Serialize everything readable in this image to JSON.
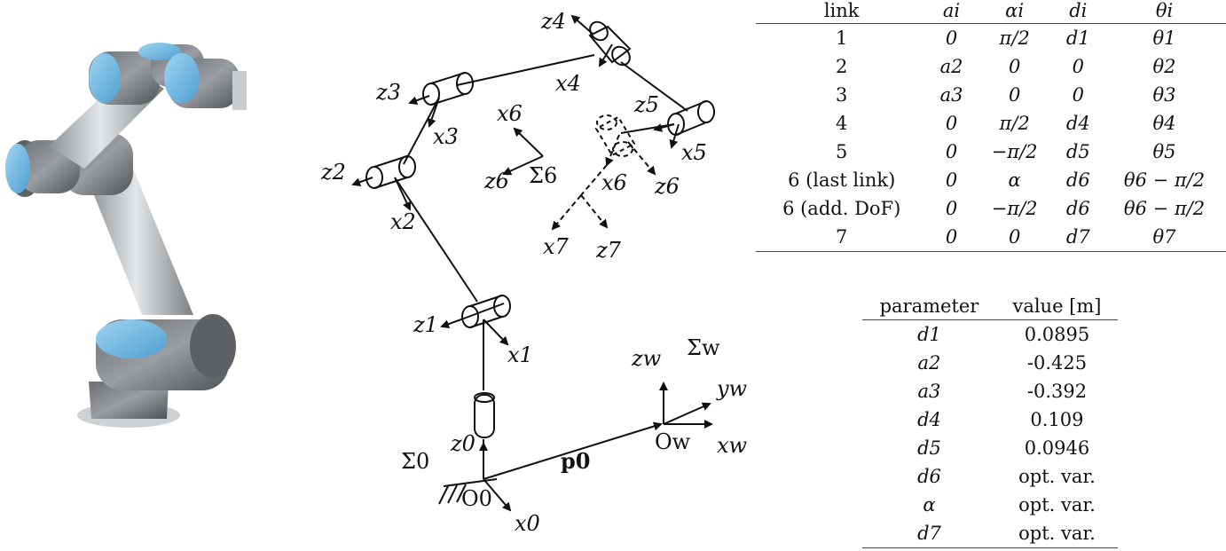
{
  "colors": {
    "robot_blue": "#6fb7e4",
    "robot_gray": "#8a8c8f",
    "robot_light": "#c9cdd0",
    "line": "#111111"
  },
  "diagram": {
    "frames": {
      "z0": "z0",
      "x0": "x0",
      "O0": "O0",
      "Sigma0": "Σ0",
      "z1": "z1",
      "x1": "x1",
      "z2": "z2",
      "x2": "x2",
      "z3": "z3",
      "x3": "x3",
      "z4": "z4",
      "x4": "x4",
      "z5": "z5",
      "x5": "x5",
      "z6a": "z6",
      "x6a": "x6",
      "Sigma6": "Σ6",
      "x6b": "x6",
      "z6b": "z6",
      "x7": "x7",
      "z7": "z7",
      "zw": "zw",
      "yw": "yw",
      "xw": "xw",
      "Ow": "Ow",
      "Sigmaw": "Σw",
      "p0": "p0"
    }
  },
  "dh_table": {
    "headers": [
      "link",
      "ai",
      "αi",
      "di",
      "θi"
    ],
    "rows": [
      [
        "1",
        "0",
        "π/2",
        "d1",
        "θ1"
      ],
      [
        "2",
        "a2",
        "0",
        "0",
        "θ2"
      ],
      [
        "3",
        "a3",
        "0",
        "0",
        "θ3"
      ],
      [
        "4",
        "0",
        "π/2",
        "d4",
        "θ4"
      ],
      [
        "5",
        "0",
        "−π/2",
        "d5",
        "θ5"
      ],
      [
        "6 (last link)",
        "0",
        "α",
        "d6",
        "θ6 − π/2"
      ],
      [
        "6 (add. DoF)",
        "0",
        "−π/2",
        "d6",
        "θ6 − π/2"
      ],
      [
        "7",
        "0",
        "0",
        "d7",
        "θ7"
      ]
    ]
  },
  "param_table": {
    "headers": [
      "parameter",
      "value [m]"
    ],
    "rows": [
      [
        "d1",
        "0.0895"
      ],
      [
        "a2",
        "-0.425"
      ],
      [
        "a3",
        "-0.392"
      ],
      [
        "d4",
        "0.109"
      ],
      [
        "d5",
        "0.0946"
      ],
      [
        "d6",
        "opt. var."
      ],
      [
        "α",
        "opt. var."
      ],
      [
        "d7",
        "opt. var."
      ]
    ]
  }
}
